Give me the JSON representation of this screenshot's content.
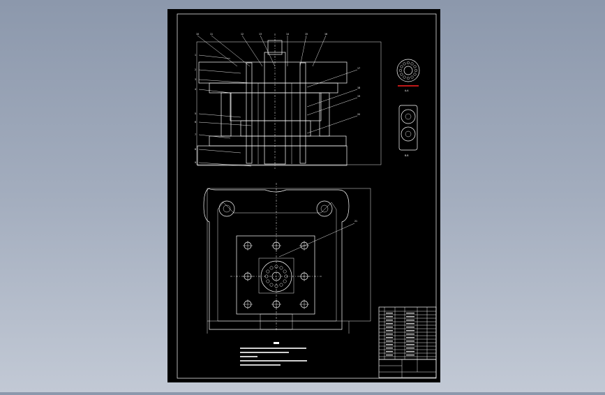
{
  "drawing": {
    "section_labels": {
      "aa": "A-A",
      "bb": "B-B"
    },
    "background_color": "#8f9aad",
    "sheet_color": "#000000",
    "line_color": "#ffffff",
    "accent_color": "#ff2020",
    "callouts_left": [
      "1",
      "2",
      "3",
      "4",
      "5",
      "6",
      "7",
      "8",
      "9"
    ],
    "callouts_top": [
      "10",
      "11",
      "12",
      "13",
      "14",
      "15",
      "16"
    ],
    "callouts_right": [
      "17",
      "18",
      "19",
      "20"
    ],
    "plan_callout": "21"
  }
}
